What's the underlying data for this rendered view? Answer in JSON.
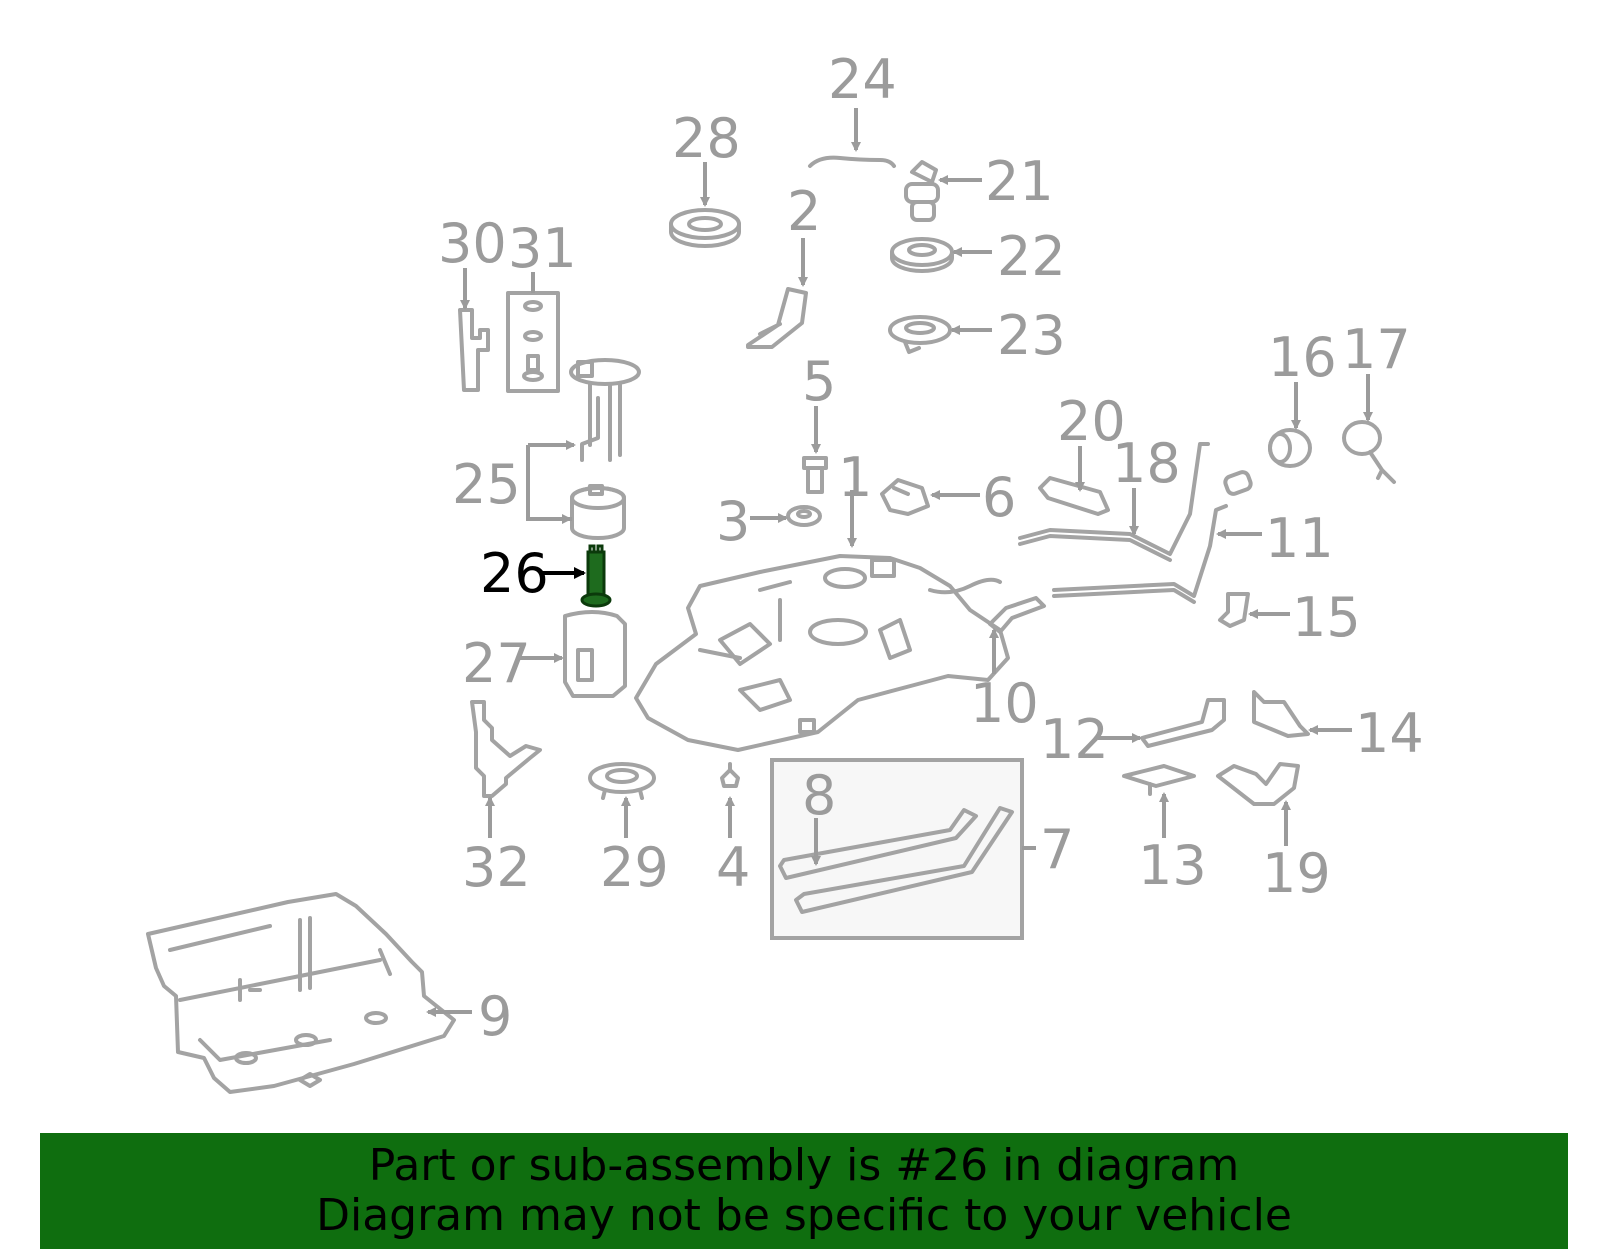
{
  "diagram": {
    "labels": {
      "l1": "1",
      "l2": "2",
      "l3": "3",
      "l4": "4",
      "l5": "5",
      "l6": "6",
      "l7": "7",
      "l8": "8",
      "l9": "9",
      "l10": "10",
      "l11": "11",
      "l12": "12",
      "l13": "13",
      "l14": "14",
      "l15": "15",
      "l16": "16",
      "l17": "17",
      "l18": "18",
      "l19": "19",
      "l20": "20",
      "l21": "21",
      "l22": "22",
      "l23": "23",
      "l24": "24",
      "l25": "25",
      "l26": "26",
      "l27": "27",
      "l28": "28",
      "l29": "29",
      "l30": "30",
      "l31": "31",
      "l32": "32"
    },
    "highlighted_part": "26"
  },
  "banner": {
    "line1": "Part or sub-assembly is #26 in diagram",
    "line2": "Diagram may not be specific to your vehicle"
  },
  "colors": {
    "banner_bg": "#0f6e0f",
    "highlight_part": "#1e6b1e",
    "part_stroke": "#a3a3a3",
    "label_gray": "#9b9b9b",
    "highlight_label": "#000000"
  }
}
